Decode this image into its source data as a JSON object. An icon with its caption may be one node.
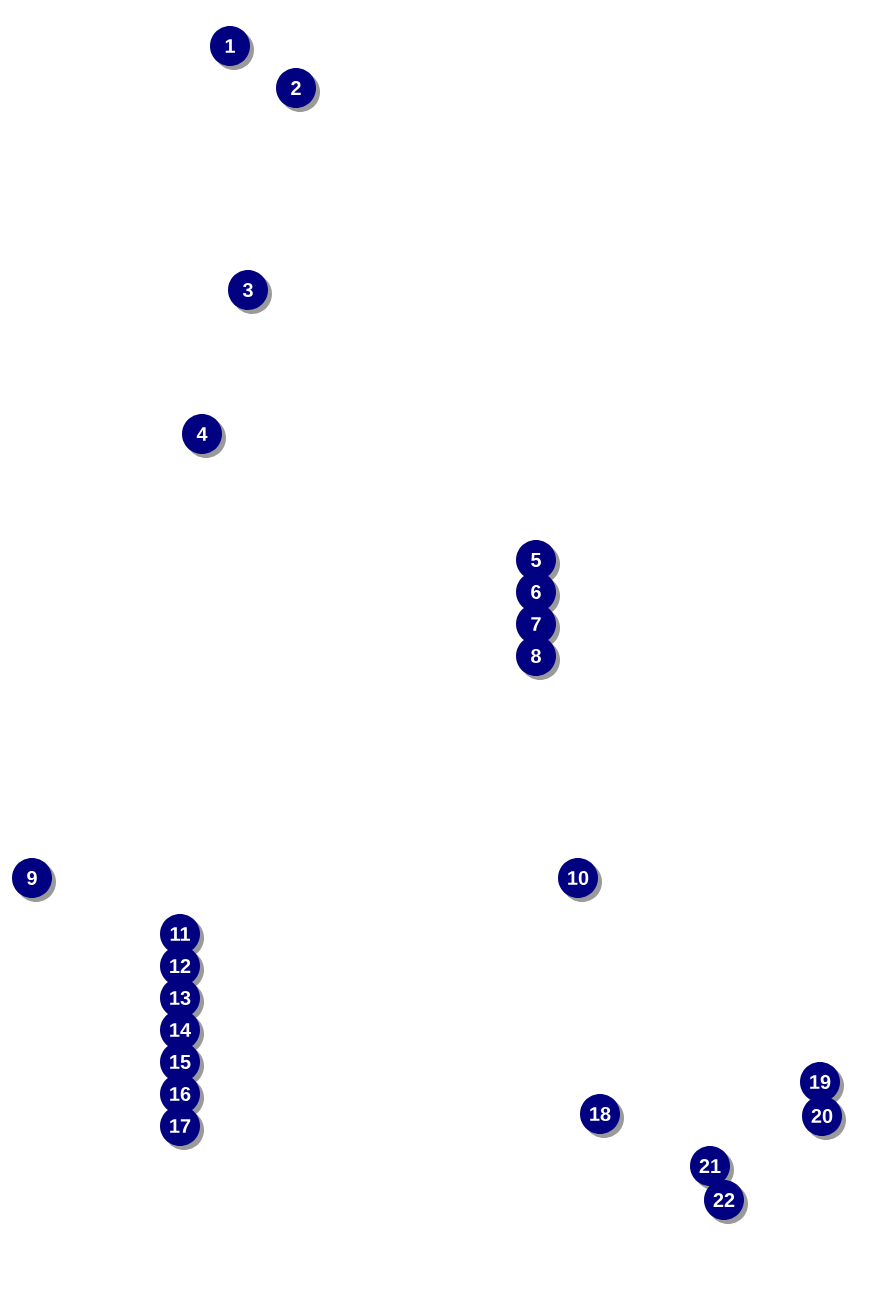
{
  "diagram": {
    "labels": [
      "1",
      "2",
      "3",
      "4",
      "5",
      "6",
      "7",
      "8",
      "9",
      "10",
      "11",
      "12",
      "13",
      "14",
      "15",
      "16",
      "17",
      "18",
      "19",
      "20",
      "21",
      "22"
    ]
  }
}
